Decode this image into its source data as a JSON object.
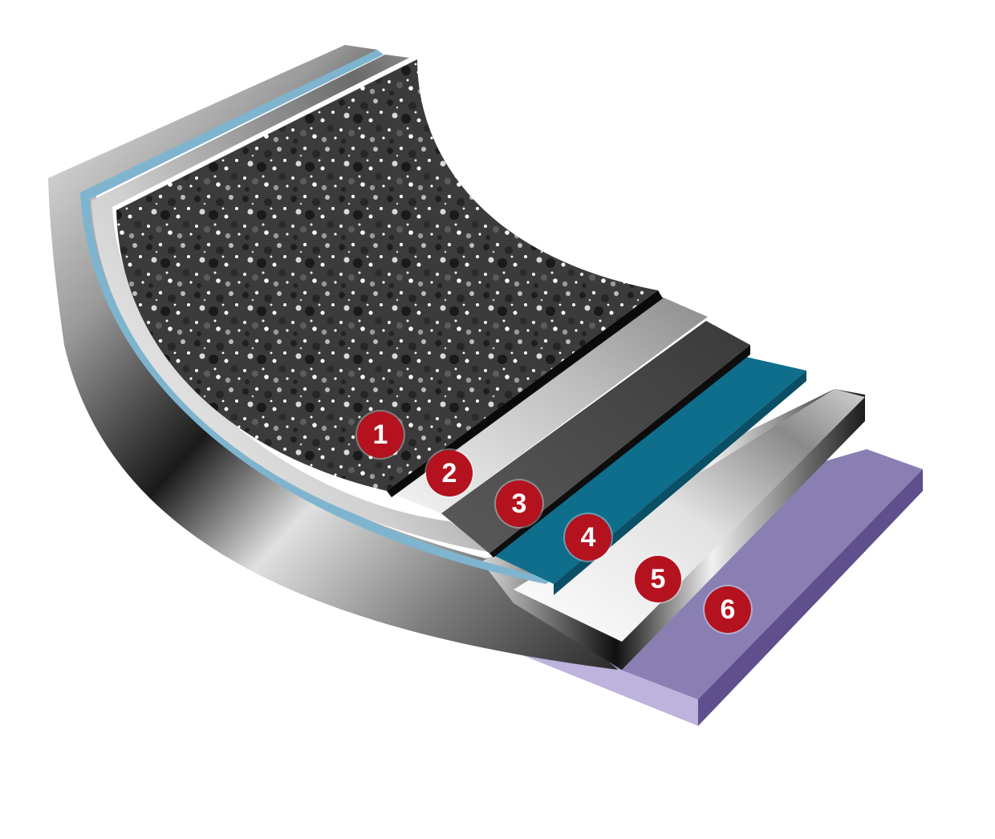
{
  "diagram": {
    "badges": [
      "1",
      "2",
      "3",
      "4",
      "5",
      "6"
    ],
    "colors": {
      "badge": "#b4121f",
      "badge_text": "#ffffff",
      "layer1_granite": "#3a3a3a",
      "layer2_silver": "#bdbdbd",
      "layer3_dark": "#4a4a4a",
      "layer4_teal": "#0e6e8c",
      "layer5_steel": "#d9d9d9",
      "layer6_purple": "#8a7fb2"
    }
  }
}
